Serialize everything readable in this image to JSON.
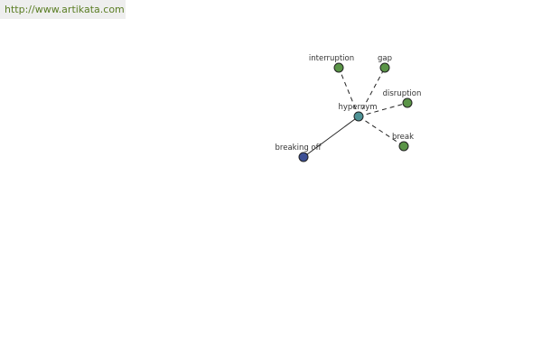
{
  "banner": {
    "url_text": "http://www.artikata.com",
    "text_color": "#5a7d23",
    "background_color": "#eeeeee"
  },
  "graph": {
    "center": {
      "id": "hypernym",
      "label": "hypernym",
      "color": "#4e9295"
    },
    "nodes": [
      {
        "id": "interruption",
        "label": "interruption",
        "color": "#5a9447",
        "relation": "dashed"
      },
      {
        "id": "gap",
        "label": "gap",
        "color": "#5a9447",
        "relation": "dashed"
      },
      {
        "id": "disruption",
        "label": "disruption",
        "color": "#5a9447",
        "relation": "dashed"
      },
      {
        "id": "break",
        "label": "break",
        "color": "#5a9447",
        "relation": "dashed"
      },
      {
        "id": "breaking-off",
        "label": "breaking off",
        "color": "#3c4f95",
        "relation": "solid"
      }
    ]
  }
}
